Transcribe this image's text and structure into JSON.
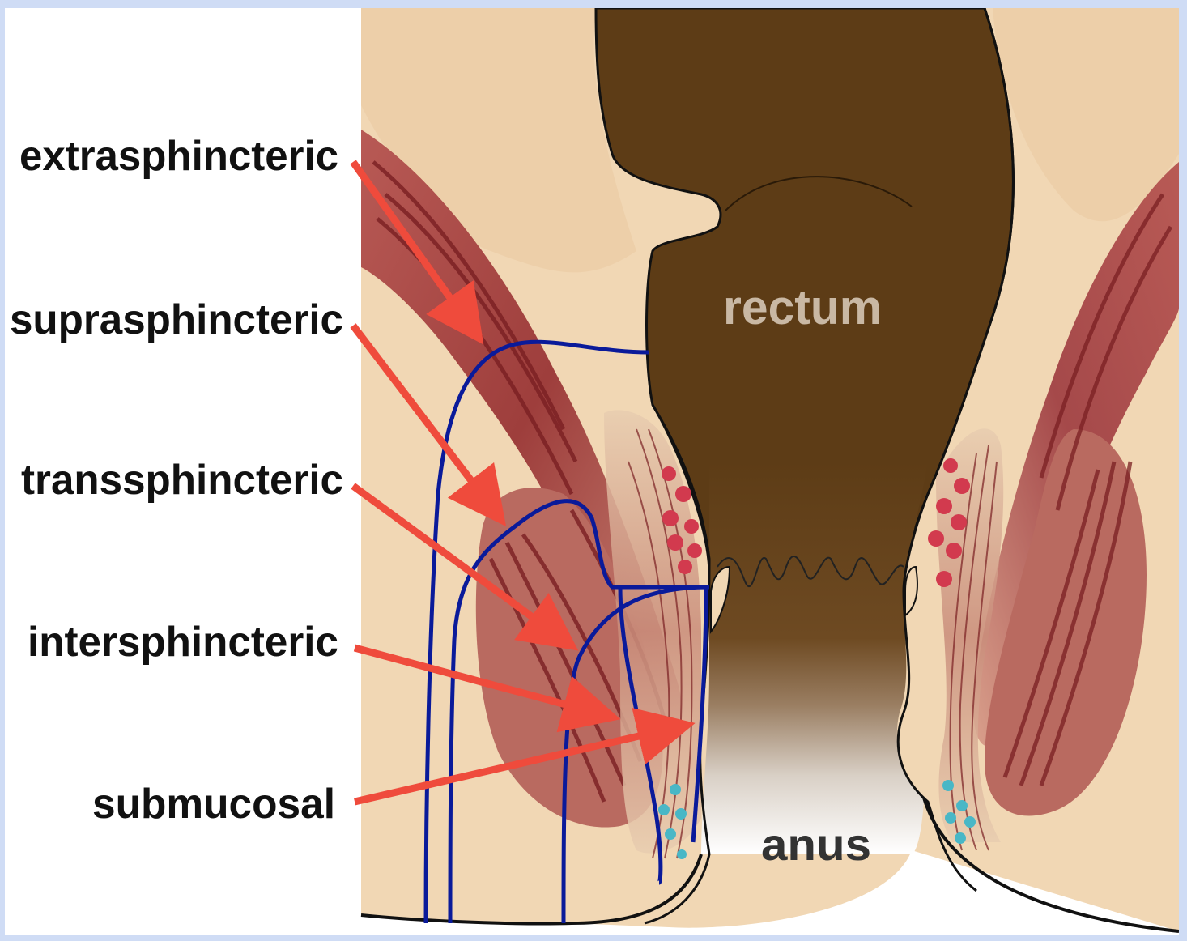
{
  "labels": {
    "extrasphincteric": "extrasphincteric",
    "suprasphincteric": "suprasphincteric",
    "transsphincteric": "transsphincteric",
    "intersphincteric": "intersphincteric",
    "submucosal": "submucosal",
    "rectum": "rectum",
    "anus": "anus"
  },
  "colors": {
    "background": "#cfdcf5",
    "skin": "#f1d7b4",
    "fat": "#e9c69c",
    "rectum": "#5d3c16",
    "muscle": "#a9504d",
    "muscle_dark": "#7a1f22",
    "fistula_tract": "#0a1a9a",
    "arrow": "#ef4b3c",
    "gland_red": "#d23a4e",
    "gland_teal": "#49b7c6"
  }
}
